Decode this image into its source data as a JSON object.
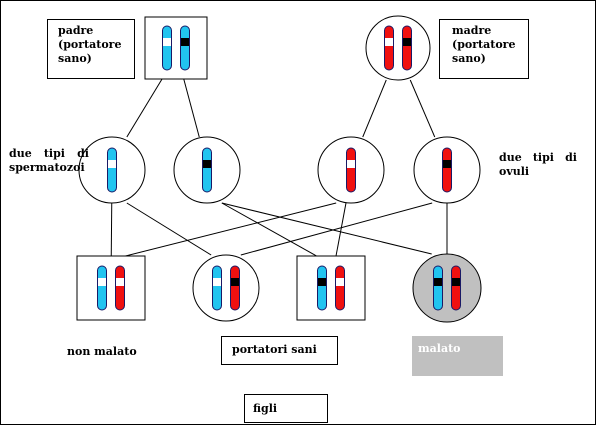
{
  "labels": {
    "padre": "padre\n(portatore\nsano)",
    "madre": "madre\n(portatore\nsano)",
    "spermatozoi": "due tipi di spermatozoi",
    "ovuli": "due tipi di ovuli",
    "non_malato": "non malato",
    "portatori_sani": "portatori sani",
    "malato": "malato",
    "figli": "figli"
  },
  "colors": {
    "paternal": "#21c4f0",
    "maternal": "#f01010",
    "recessive_band": "#000000",
    "dominant_band": "#ffffff",
    "affected_fill": "#c0c0c0"
  },
  "nodes": [
    {
      "id": "padre",
      "shape": "square",
      "chromosomes": [
        {
          "color": "paternal",
          "allele": "dominant"
        },
        {
          "color": "paternal",
          "allele": "recessive"
        }
      ]
    },
    {
      "id": "madre",
      "shape": "circle",
      "chromosomes": [
        {
          "color": "maternal",
          "allele": "dominant"
        },
        {
          "color": "maternal",
          "allele": "recessive"
        }
      ]
    },
    {
      "id": "sperm-1",
      "shape": "circle",
      "chromosomes": [
        {
          "color": "paternal",
          "allele": "dominant"
        }
      ]
    },
    {
      "id": "sperm-2",
      "shape": "circle",
      "chromosomes": [
        {
          "color": "paternal",
          "allele": "recessive"
        }
      ]
    },
    {
      "id": "ovulo-1",
      "shape": "circle",
      "chromosomes": [
        {
          "color": "maternal",
          "allele": "dominant"
        }
      ]
    },
    {
      "id": "ovulo-2",
      "shape": "circle",
      "chromosomes": [
        {
          "color": "maternal",
          "allele": "recessive"
        }
      ]
    },
    {
      "id": "figlio-1",
      "shape": "square",
      "chromosomes": [
        {
          "color": "paternal",
          "allele": "dominant"
        },
        {
          "color": "maternal",
          "allele": "dominant"
        }
      ]
    },
    {
      "id": "figlio-2",
      "shape": "circle",
      "chromosomes": [
        {
          "color": "paternal",
          "allele": "dominant"
        },
        {
          "color": "maternal",
          "allele": "recessive"
        }
      ]
    },
    {
      "id": "figlio-3",
      "shape": "square",
      "chromosomes": [
        {
          "color": "paternal",
          "allele": "recessive"
        },
        {
          "color": "maternal",
          "allele": "dominant"
        }
      ]
    },
    {
      "id": "figlio-4",
      "shape": "circle",
      "affected": true,
      "chromosomes": [
        {
          "color": "paternal",
          "allele": "recessive"
        },
        {
          "color": "maternal",
          "allele": "recessive"
        }
      ]
    }
  ],
  "edges": [
    [
      "padre",
      "sperm-1"
    ],
    [
      "padre",
      "sperm-2"
    ],
    [
      "madre",
      "ovulo-1"
    ],
    [
      "madre",
      "ovulo-2"
    ],
    [
      "sperm-1",
      "figlio-1"
    ],
    [
      "sperm-1",
      "figlio-2"
    ],
    [
      "sperm-2",
      "figlio-3"
    ],
    [
      "sperm-2",
      "figlio-4"
    ],
    [
      "ovulo-1",
      "figlio-1"
    ],
    [
      "ovulo-1",
      "figlio-3"
    ],
    [
      "ovulo-2",
      "figlio-2"
    ],
    [
      "ovulo-2",
      "figlio-4"
    ]
  ]
}
